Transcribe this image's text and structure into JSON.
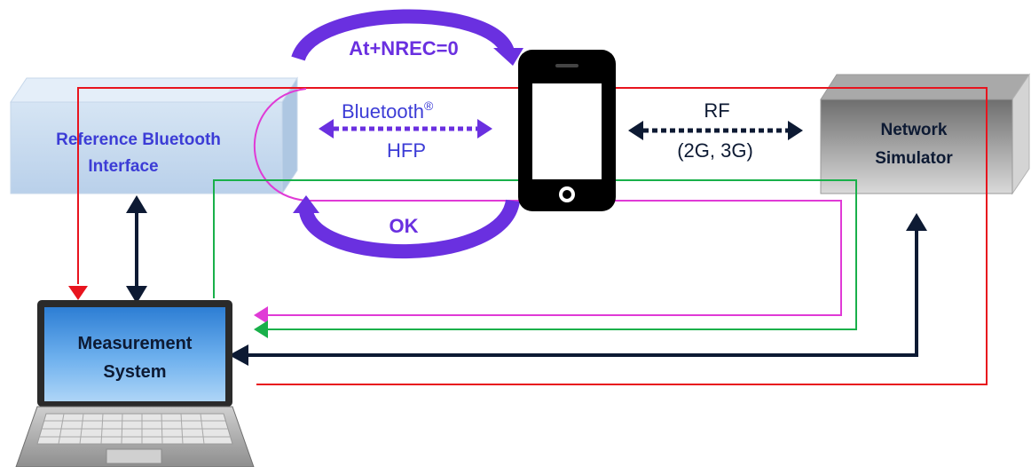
{
  "blocks": {
    "reference_bt": {
      "line1": "Reference Bluetooth",
      "line2": "Interface"
    },
    "network_sim": {
      "line1": "Network",
      "line2": "Simulator"
    },
    "measurement": {
      "line1": "Measurement",
      "line2": "System"
    }
  },
  "labels": {
    "at_command": "At+NREC=0",
    "ok": "OK",
    "bluetooth": "Bluetooth",
    "registered": "®",
    "hfp": "HFP",
    "rf": "RF",
    "rf_bands": "(2G, 3G)"
  },
  "colors": {
    "purple": "#6a30e0",
    "label_blue": "#3c3cd6",
    "red": "#e8141e",
    "magenta": "#e03ad6",
    "green": "#19b04a",
    "navy": "#0d1a33",
    "phone": "#000000",
    "block_blue": "#c9dcf0",
    "block_gray": "#8a8a8a"
  }
}
